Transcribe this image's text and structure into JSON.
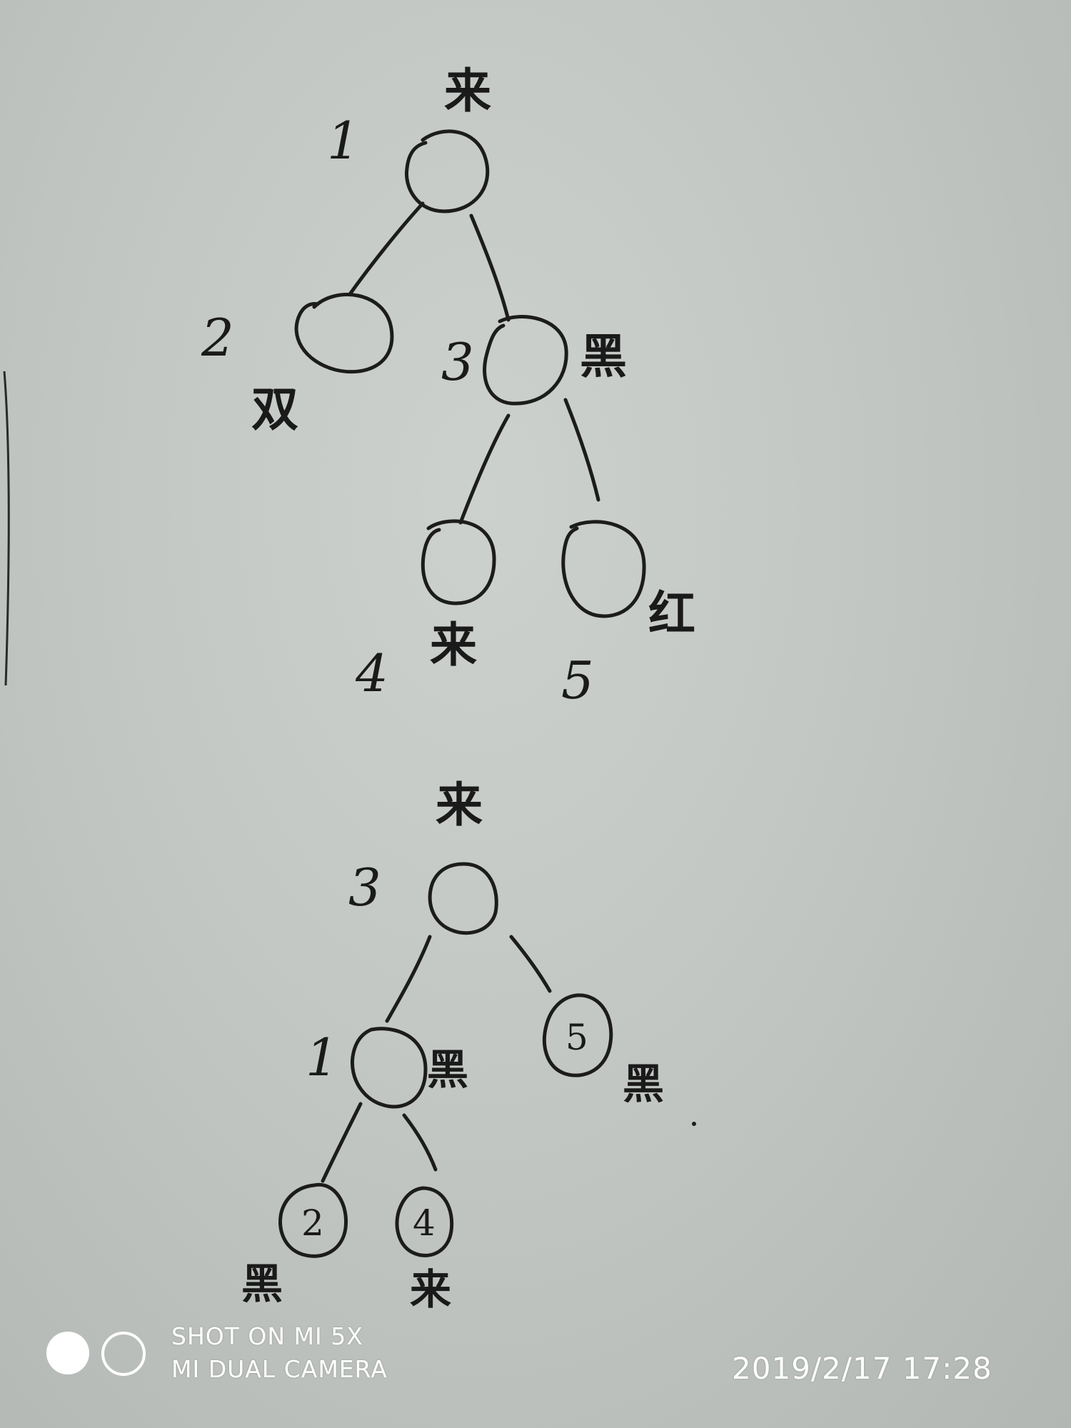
{
  "tree_top": {
    "nodes": [
      {
        "id": "1",
        "label": "来"
      },
      {
        "id": "2",
        "label": "双"
      },
      {
        "id": "3",
        "label": "黑"
      },
      {
        "id": "4",
        "label": "来"
      },
      {
        "id": "5",
        "label": "红"
      }
    ]
  },
  "tree_bottom": {
    "nodes": [
      {
        "id": "3",
        "label": "来"
      },
      {
        "id": "1",
        "label": "黑"
      },
      {
        "id": "5",
        "label": "黑",
        "inner": "5"
      },
      {
        "id": "2",
        "label": "黑",
        "inner": "2"
      },
      {
        "id": "4",
        "label": "来",
        "inner": "4"
      }
    ]
  },
  "watermark": {
    "line1": "SHOT ON MI 5X",
    "line2": "MI DUAL CAMERA",
    "datetime": "2019/2/17  17:28"
  }
}
